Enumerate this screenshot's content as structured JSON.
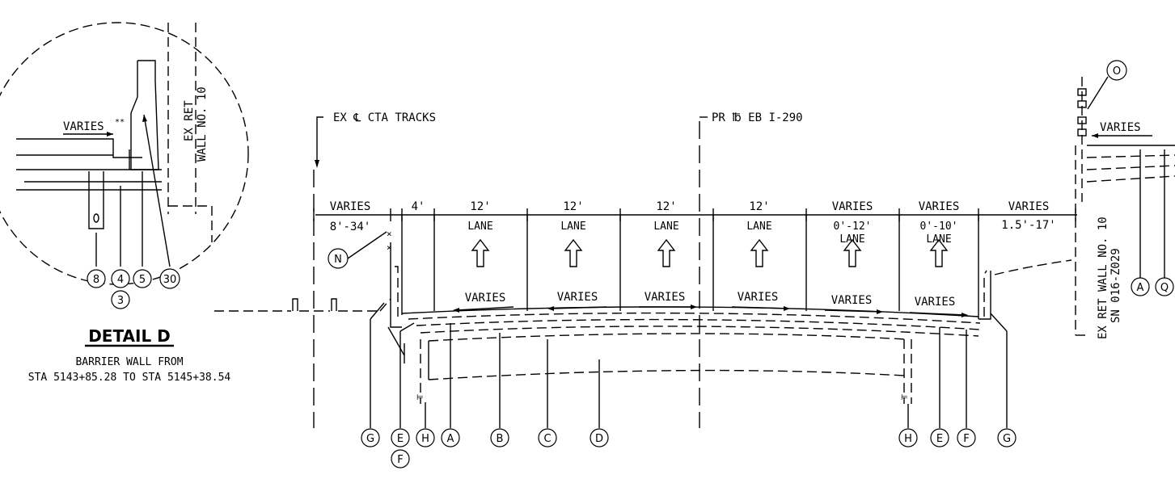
{
  "detail": {
    "title": "DETAIL D",
    "line1": "BARRIER WALL FROM",
    "line2": "STA 5143+85.28 TO STA 5145+38.54",
    "varies": "VARIES",
    "varies_mark": "**",
    "wall_label_1": "EX RET",
    "wall_label_2": "WALL NO. 10",
    "callouts": [
      "8",
      "4",
      "5",
      "30",
      "3"
    ]
  },
  "labels": {
    "cta_tracks": "EX ℄ CTA TRACKS",
    "pr_eb": "PR ℔ EB I-290",
    "right_wall_1": "EX RET WALL NO. 10",
    "right_wall_2": "SN 016-Z029",
    "right_varies": "VARIES",
    "left_varies": "VARIES",
    "left_range": "8'-34'",
    "shoulder_width": "4'",
    "right_shoulder_varies": "VARIES",
    "right_shoulder_range": "1.5'-17'"
  },
  "lanes": [
    {
      "width": "12'",
      "label": "LANE",
      "slope": "VARIES",
      "slope_dir": "left"
    },
    {
      "width": "12'",
      "label": "LANE",
      "slope": "VARIES",
      "slope_dir": "left"
    },
    {
      "width": "12'",
      "label": "LANE",
      "slope": "VARIES",
      "slope_dir": "right"
    },
    {
      "width": "12'",
      "label": "LANE",
      "slope": "VARIES",
      "slope_dir": "right"
    },
    {
      "width": "VARIES",
      "label": "0'-12'",
      "label2": "LANE",
      "slope": "VARIES",
      "slope_dir": "right"
    },
    {
      "width": "VARIES",
      "label": "0'-10'",
      "label2": "LANE",
      "slope": "VARIES",
      "slope_dir": "right"
    }
  ],
  "bottom_callouts": [
    "G",
    "E",
    "F",
    "H",
    "A",
    "B",
    "C",
    "D",
    "H",
    "E",
    "F",
    "G"
  ],
  "side_callouts": {
    "n": "N",
    "o": "O",
    "a": "A",
    "q": "Q"
  }
}
